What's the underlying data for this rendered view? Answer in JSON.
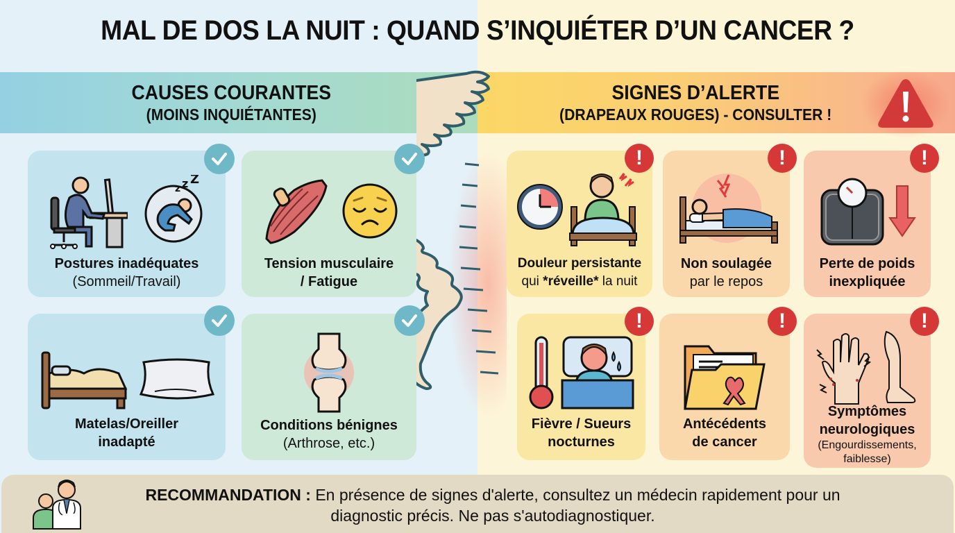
{
  "title": "MAL DE DOS LA NUIT : QUAND S’INQUIÉTER D’UN CANCER ?",
  "left_section": {
    "heading_line1": "CAUSES COURANTES",
    "heading_line2": "(MOINS INQUIÉTANTES)",
    "badge_icon": "checkmark-icon",
    "accent_color": "#6fb8c8",
    "cards": [
      {
        "title": "Postures inadéquates",
        "subtitle": "(Sommeil/Travail)",
        "icons": [
          "desk-worker-icon",
          "sleeping-curled-person-icon"
        ]
      },
      {
        "title": "Tension musculaire",
        "subtitle_bold": "/ Fatigue",
        "icons": [
          "muscle-icon",
          "tired-face-icon"
        ]
      },
      {
        "title": "Matelas/Oreiller",
        "subtitle_bold": "inadapté",
        "icons": [
          "bed-icon",
          "pillow-icon"
        ]
      },
      {
        "title": "Conditions bénignes",
        "subtitle": "(Arthrose, etc.)",
        "icons": [
          "joint-icon"
        ]
      }
    ]
  },
  "right_section": {
    "heading_line1": "SIGNES D’ALERTE",
    "heading_line2": "(DRAPEAUX ROUGES) - CONSULTER !",
    "header_icon": "warning-triangle-icon",
    "badge_icon": "exclamation-icon",
    "badge_glyph": "!",
    "accent_color": "#d63838",
    "cards": [
      {
        "title": "Douleur persistante",
        "subtitle_pre": "qui ",
        "subtitle_bold": "*réveille*",
        "subtitle_post": " la nuit",
        "icons": [
          "clock-icon",
          "awake-in-pain-person-icon"
        ]
      },
      {
        "title": "Non soulagée",
        "subtitle": "par le repos",
        "icons": [
          "lying-in-bed-pain-icon"
        ]
      },
      {
        "title": "Perte de poids",
        "subtitle_bold": "inexpliquée",
        "icons": [
          "scale-icon",
          "down-arrow-icon"
        ]
      },
      {
        "title": "Fièvre / Sueurs",
        "subtitle_bold": "nocturnes",
        "icons": [
          "thermometer-icon",
          "sweating-person-icon"
        ]
      },
      {
        "title": "Antécédents",
        "subtitle_bold": "de cancer",
        "icons": [
          "medical-folder-ribbon-icon"
        ]
      },
      {
        "title": "Symptômes",
        "subtitle_bold": "neurologiques",
        "subtitle": "(Engourdissements,",
        "subtitle2": "faiblesse)",
        "icons": [
          "tingling-hand-icon",
          "leg-icon"
        ]
      }
    ]
  },
  "recommendation": {
    "label": "RECOMMANDATION :",
    "line1": " En présence de signes d'alerte, consultez un médecin rapidement pour un",
    "line2": "diagnostic précis. Ne pas s'autodiagnostiquer.",
    "icon": "doctor-patient-icon"
  }
}
